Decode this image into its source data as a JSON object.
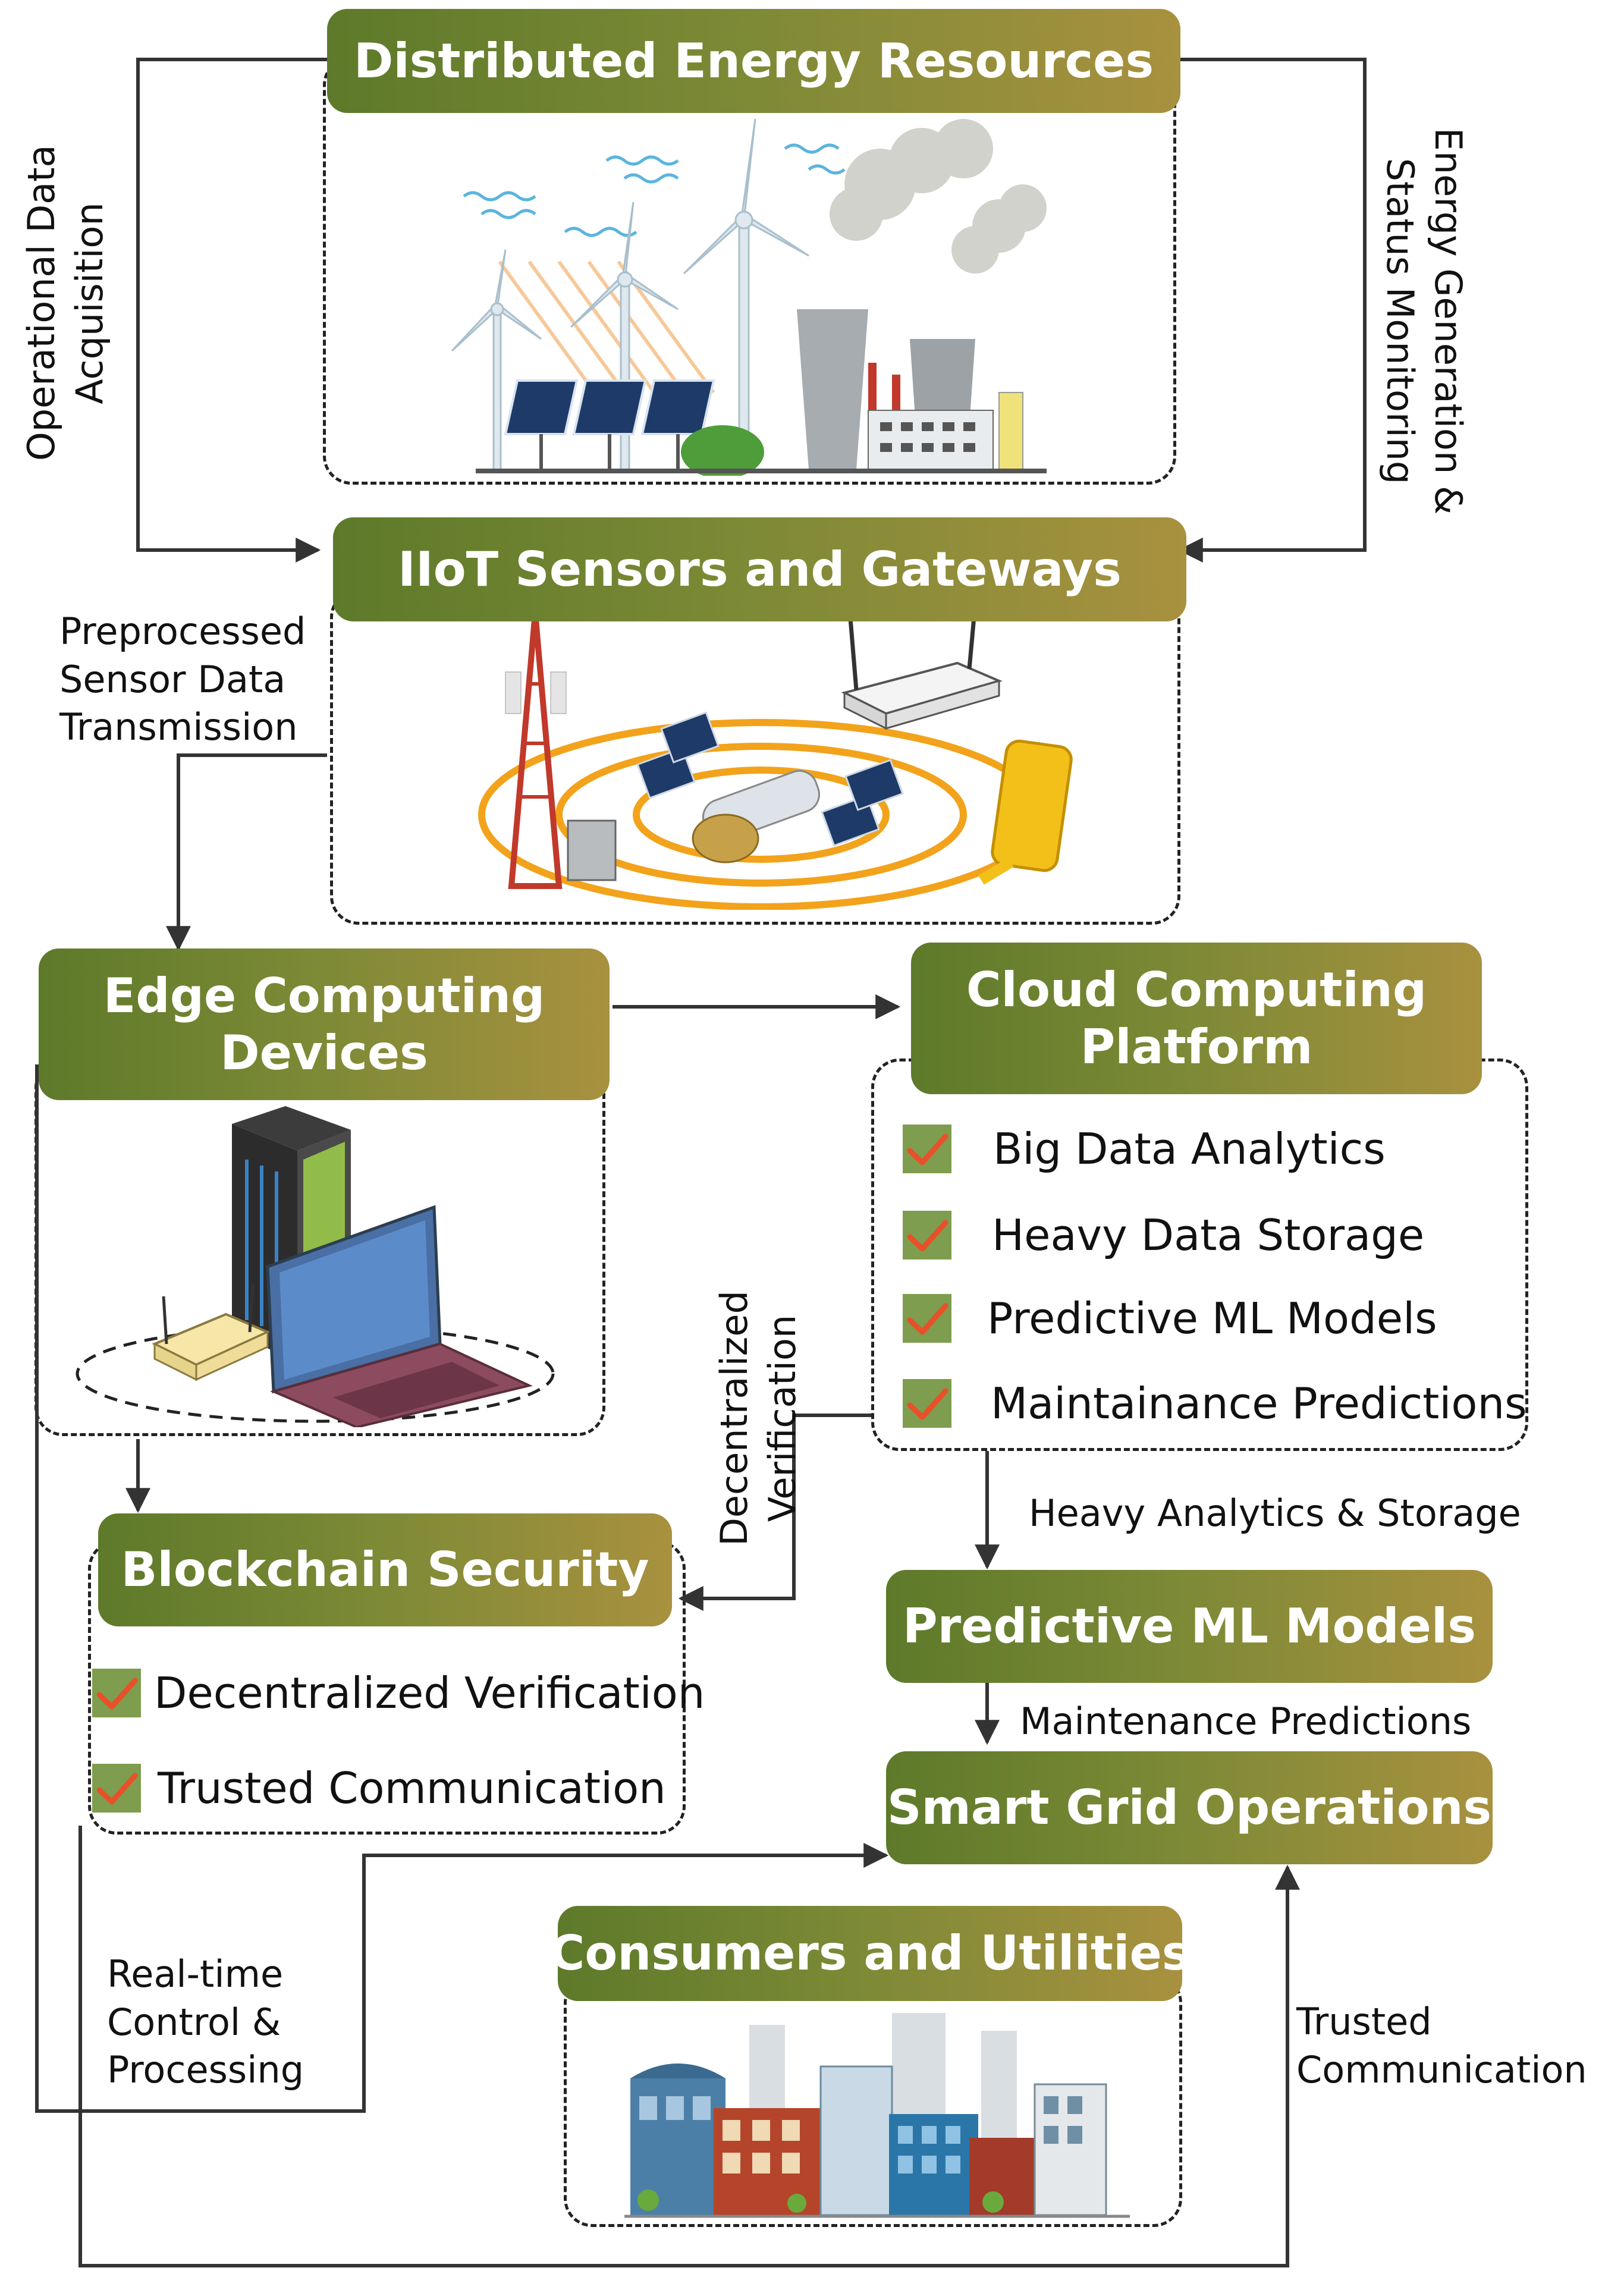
{
  "nodes": {
    "der": "Distributed Energy Resources",
    "iiot": "IIoT Sensors and Gateways",
    "edge": [
      "Edge Computing",
      "Devices"
    ],
    "cloud": [
      "Cloud Computing",
      "Platform"
    ],
    "blockchain": "Blockchain Security",
    "ml": "Predictive ML Models",
    "grid": "Smart Grid Operations",
    "consumers": "Consumers and Utilities"
  },
  "cloud_items": [
    "Big Data Analytics",
    "Heavy Data Storage",
    "Predictive ML Models",
    "Maintainance Predictions"
  ],
  "blockchain_items": [
    "Decentralized Verification",
    "Trusted Communication"
  ],
  "edges": {
    "operational": [
      "Operational Data",
      "Acquisition"
    ],
    "energy_status": [
      "Energy Generation &",
      "Status Monitoring"
    ],
    "preprocessed": [
      "Preprocessed",
      "Sensor Data",
      "Transmission"
    ],
    "decentralized": [
      "Decentralized",
      "Verification"
    ],
    "heavy": "Heavy Analytics & Storage",
    "maintenance": "Maintenance Predictions",
    "realtime": [
      "Real-time",
      "Control &",
      "Processing"
    ],
    "trusted": [
      "Trusted",
      "Communication"
    ]
  },
  "icons": [
    "wind-turbine-icon",
    "solar-panel-icon",
    "power-plant-icon",
    "cell-tower-icon",
    "satellite-icon",
    "router-icon",
    "smartphone-icon",
    "server-rack-icon",
    "laptop-icon",
    "city-buildings-icon",
    "checkmark-icon"
  ],
  "colors": {
    "header_start": "#5d7a2a",
    "header_end": "#a8913f",
    "check_box": "#7f9d4e",
    "check_mark": "#e8502a",
    "signal_ring": "#f2a31b"
  }
}
